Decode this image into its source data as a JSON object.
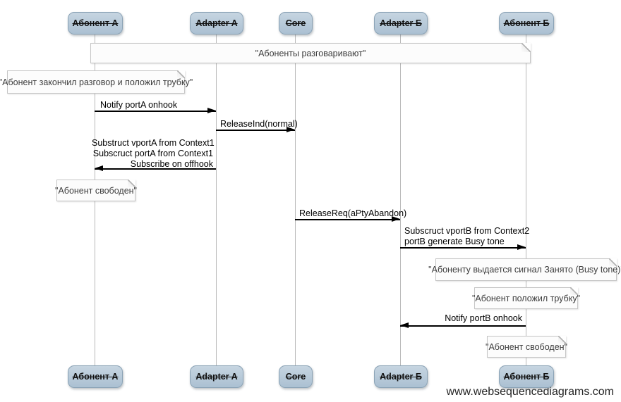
{
  "watermark": "www.websequencediagrams.com",
  "actors": [
    {
      "label": "Абонент А"
    },
    {
      "label": "Adapter A"
    },
    {
      "label": "Core"
    },
    {
      "label": "Adapter Б"
    },
    {
      "label": "Абонент Б"
    }
  ],
  "notes": [
    {
      "text": "\"Абоненты разговаривают\"",
      "over": "all"
    },
    {
      "text": "\"Абонент закончил разговор и положил трубку\"",
      "over": "Абонент А"
    },
    {
      "text": "\"Абонент свободен\"",
      "over": "Абонент А"
    },
    {
      "text": "\"Абоненту выдается сигнал Занято (Busy tone)\"",
      "over": "Абонент Б"
    },
    {
      "text": "\"Абонент положил трубку\"",
      "over": "Абонент Б"
    },
    {
      "text": "\"Абонент свободен\"",
      "over": "Абонент Б"
    }
  ],
  "messages": [
    {
      "from": "Абонент А",
      "to": "Adapter A",
      "lines": [
        "Notify portA onhook"
      ]
    },
    {
      "from": "Adapter A",
      "to": "Core",
      "lines": [
        "ReleaseInd(normal)"
      ]
    },
    {
      "from": "Adapter A",
      "to": "Абонент А",
      "lines": [
        "Substruct vportA from Context1",
        "Subscruct portA from Context1",
        "Subscribe on offhook"
      ]
    },
    {
      "from": "Core",
      "to": "Adapter Б",
      "lines": [
        "ReleaseReq(aPtyAbandon)"
      ]
    },
    {
      "from": "Adapter Б",
      "to": "Абонент Б",
      "lines": [
        "Subscruct vportB from Context2",
        "portB generate Busy tone"
      ]
    },
    {
      "from": "Абонент Б",
      "to": "Adapter Б",
      "lines": [
        "Notify portB onhook"
      ]
    }
  ],
  "colors": {
    "actor_fill": "#b7c9d8",
    "actor_border": "#8ba3b6",
    "note_bg": "#fcfcfc",
    "note_border": "#c6c6c6",
    "lifeline": "#b9b9b9",
    "arrow": "#000000"
  }
}
